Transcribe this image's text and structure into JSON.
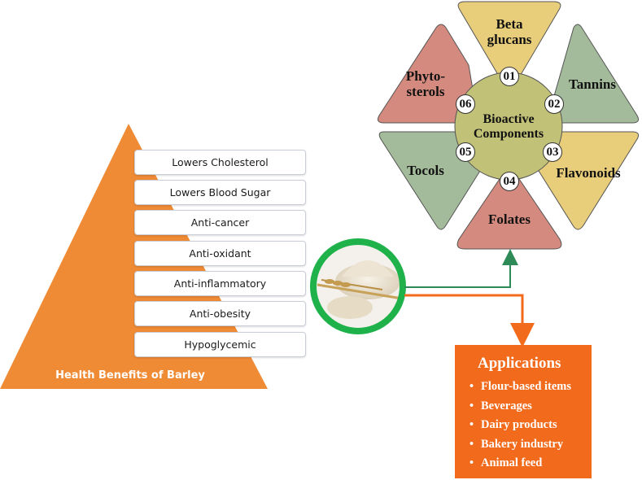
{
  "pyramid": {
    "caption": "Health Benefits of Barley",
    "benefits": [
      "Lowers Cholesterol",
      "Lowers Blood Sugar",
      "Anti-cancer",
      "Anti-oxidant",
      "Anti-inflammatory",
      "Anti-obesity",
      "Hypoglycemic"
    ]
  },
  "flower": {
    "center": [
      "Bioactive",
      "Components"
    ],
    "petals": [
      {
        "number": "01",
        "lines": [
          "Beta",
          "glucans"
        ],
        "color": "#e8cd7a"
      },
      {
        "number": "02",
        "lines": [
          "Tannins"
        ],
        "color": "#a3bb9b"
      },
      {
        "number": "03",
        "lines": [
          "Flavonoids"
        ],
        "color": "#e8cd7a"
      },
      {
        "number": "04",
        "lines": [
          "Folates"
        ],
        "color": "#d48a7e"
      },
      {
        "number": "05",
        "lines": [
          "Tocols"
        ],
        "color": "#a3bb9b"
      },
      {
        "number": "06",
        "lines": [
          "Phyto-",
          "sterols"
        ],
        "color": "#d48a7e"
      }
    ],
    "center_color": "#c1c178"
  },
  "applications": {
    "title": "Applications",
    "bullet": "•",
    "items": [
      "Flour-based items",
      "Beverages",
      "Dairy products",
      "Bakery industry",
      "Animal feed"
    ]
  },
  "colors": {
    "pyramid": "#ef8a35",
    "ring": "#1fb14a",
    "arrow_green": "#2e8b57",
    "arrow_orange": "#f26b1d"
  },
  "icons": {
    "center_image": "barley-flour-icon"
  }
}
